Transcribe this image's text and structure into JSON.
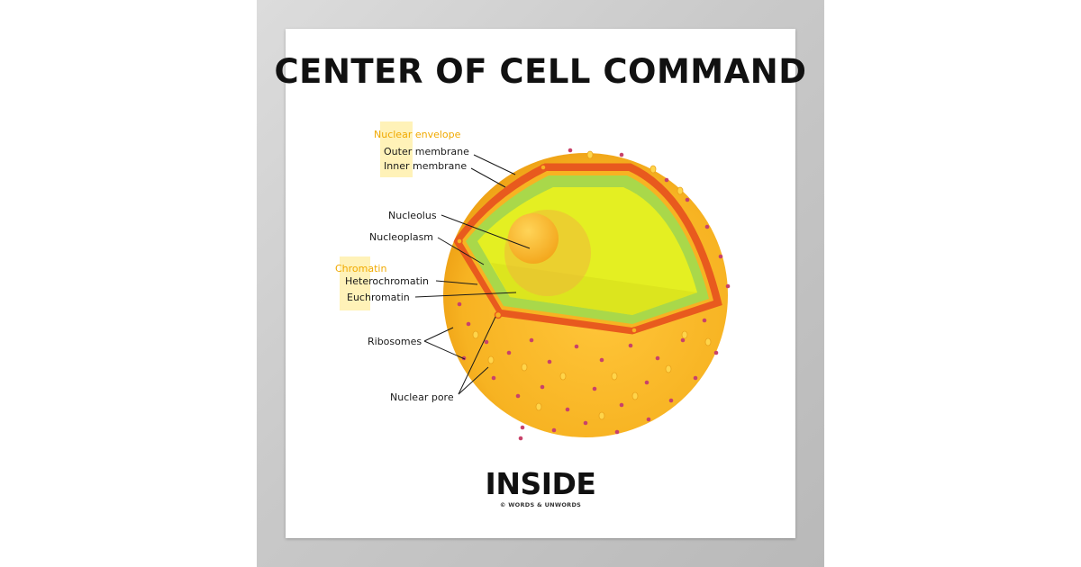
{
  "poster": {
    "title": "CENTER OF CELL COMMAND",
    "subtitle": "INSIDE",
    "copyright": "© WORDS & UNWORDS"
  },
  "diagram": {
    "groups": [
      {
        "header": "Nuclear envelope",
        "items": [
          "Outer membrane",
          "Inner membrane"
        ]
      },
      {
        "header": "Chromatin",
        "items": [
          "Heterochromatin",
          "Euchromatin"
        ]
      }
    ],
    "labels": {
      "nucleolus": "Nucleolus",
      "nucleoplasm": "Nucleoplasm",
      "ribosomes": "Ribosomes",
      "nuclear_pore": "Nuclear pore"
    }
  },
  "colors": {
    "cytoplasm": "#f7b322",
    "membrane": "#e85a1e",
    "nucleoplasm": "#e4ef22",
    "heterochromatin": "#a9d84a",
    "nucleolus": "#f7b322",
    "ribosome": "#c8426a",
    "label_highlight": "#fff2b8",
    "header_text": "#f0a900"
  }
}
